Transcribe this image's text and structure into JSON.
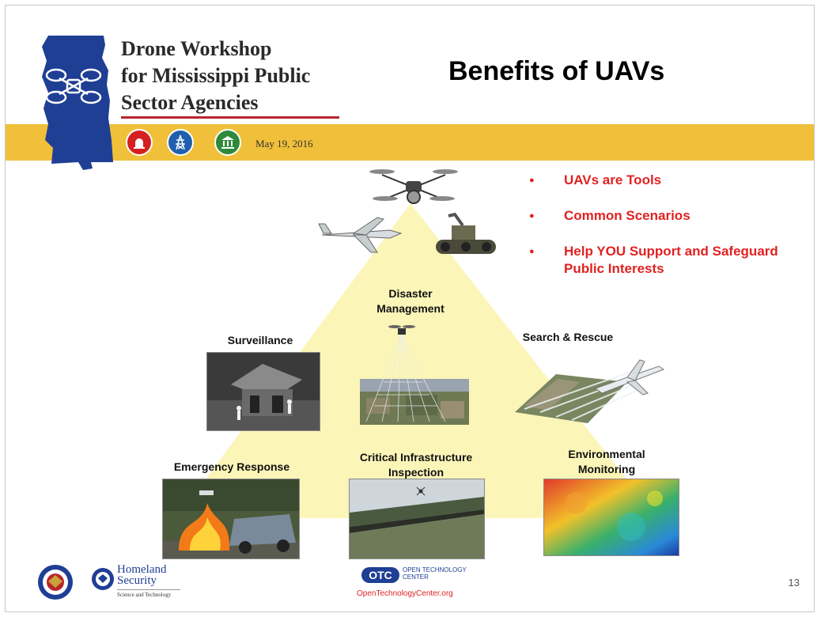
{
  "header": {
    "workshop_title_line1": "Drone Workshop",
    "workshop_title_line2": "for Mississippi Public",
    "workshop_title_line3": "Sector Agencies",
    "date": "May 19, 2016",
    "icons": [
      "siren-icon",
      "power-tower-icon",
      "courthouse-icon"
    ]
  },
  "title": "Benefits of UAVs",
  "bullets": [
    "UAVs are Tools",
    "Common Scenarios",
    "Help YOU Support and Safeguard Public Interests"
  ],
  "scenarios": {
    "disaster_management": "Disaster Management",
    "surveillance": "Surveillance",
    "search_rescue": "Search & Rescue",
    "emergency_response": "Emergency Response",
    "critical_infrastructure": "Critical Infrastructure Inspection",
    "environmental_monitoring": "Environmental Monitoring"
  },
  "footer": {
    "dhs_name_line1": "Homeland",
    "dhs_name_line2": "Security",
    "dhs_sub": "Science and Technology",
    "otc_logo_text": "OTC",
    "otc_name_line1": "OPEN TECHNOLOGY",
    "otc_name_line2": "CENTER",
    "otc_url": "OpenTechnologyCenter.org",
    "page_number": "13"
  },
  "colors": {
    "band": "#f0c03a",
    "bullet_red": "#e02222",
    "state_blue": "#1f3f95",
    "pyramid": "#fbf5b8"
  }
}
